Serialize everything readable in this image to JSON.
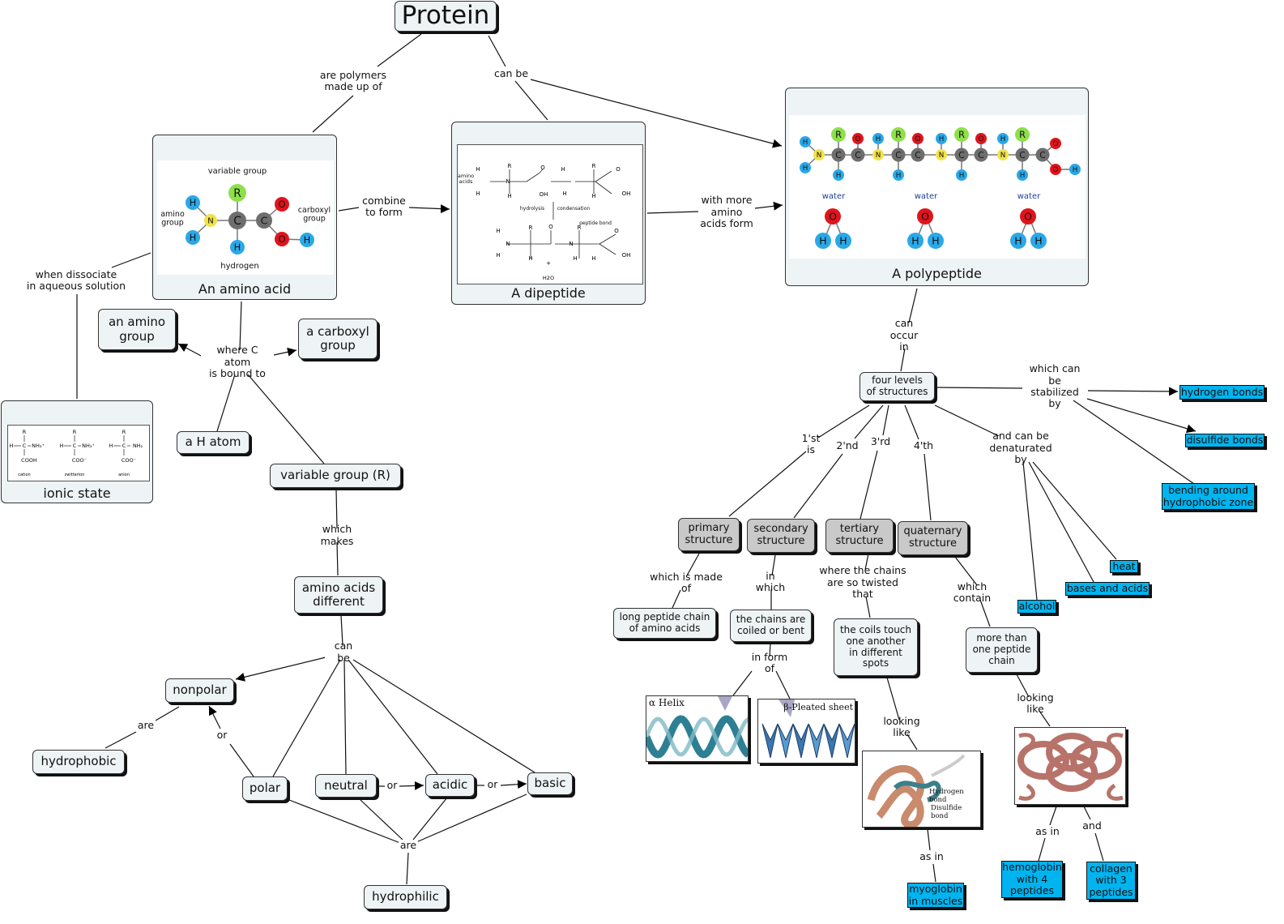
{
  "concepts": {
    "protein": "Protein",
    "amino_group": "an amino\ngroup",
    "carboxyl_group": "a carboxyl\ngroup",
    "h_atom": "a H atom",
    "variable_group": "variable group (R)",
    "aa_different": "amino acids\ndifferent",
    "nonpolar": "nonpolar",
    "hydrophobic": "hydrophobic",
    "polar": "polar",
    "neutral": "neutral",
    "acidic": "acidic",
    "basic": "basic",
    "hydrophilic": "hydrophilic",
    "four_levels": "four levels\nof structures",
    "hydrogen_bonds": "hydrogen bonds",
    "disulfide_bonds": "disulfide bonds",
    "bending": "bending around\nhydrophobic zone",
    "primary": "primary\nstructure",
    "secondary": "secondary\nstructure",
    "tertiary": "tertiary\nstructure",
    "quaternary": "quaternary\nstructure",
    "heat": "heat",
    "bases_acids": "bases and acids",
    "alcohol": "alcohol",
    "long_chain": "long peptide chain\nof amino acids",
    "coiled": "the chains are\ncoiled or bent",
    "coils_touch": "the coils touch\none another\nin different\nspots",
    "more_than": "more than\none peptide\nchain",
    "myoglobin": "myoglobin\nin muscles",
    "hemoglobin": "hemoglobin\nwith 4\npeptides",
    "collagen": "collagen\nwith 3\npeptides"
  },
  "links": {
    "polymers": "are polymers\nmade up of",
    "can_be_top": "can be",
    "combine": "combine\nto form",
    "with_more": "with more\namino\nacids form",
    "dissociate": "when dissociate\nin aqueous solution",
    "c_atom": "where C atom\nis bound to",
    "which_makes": "which makes",
    "can_be": "can be",
    "are_left": "are",
    "or_left": "or",
    "or_mid": "or",
    "or_right": "or",
    "are_bottom": "are",
    "can_occur": "can occur\nin",
    "stabilized": "which can be\nstabilized by",
    "first": "1'st is",
    "second": "2'nd",
    "third": "3'rd",
    "fourth": "4'th",
    "denatured": "and can be\ndenaturated by",
    "made_of": "which is made of",
    "in_which": "in which",
    "in_form_of": "in form of",
    "twisted": "where the chains\nare so twisted that",
    "looking_like_1": "looking like",
    "as_in_1": "as in",
    "which_contain": "which contain",
    "looking_like_2": "looking like",
    "as_in_2": "as in",
    "and": "and"
  },
  "image_nodes": {
    "amino_acid": {
      "caption": "An amino acid",
      "labels": {
        "variable_group": "variable group",
        "amino_group": "amino\ngroup",
        "carboxyl_group": "carboxyl\ngroup",
        "hydrogen": "hydrogen"
      },
      "atoms": [
        "R",
        "H",
        "N",
        "C",
        "C",
        "O",
        "O",
        "H",
        "H",
        "H"
      ]
    },
    "dipeptide": {
      "caption": "A dipeptide",
      "labels": {
        "amino_acids": "amino\nacids",
        "hydrolysis": "hydrolysis",
        "condensation": "condensation",
        "peptide_bond": "peptide bond",
        "water": "H2O",
        "oh": "OH",
        "h": "H"
      }
    },
    "polypeptide": {
      "caption": "A polypeptide",
      "water_label": "water",
      "atoms": [
        "H",
        "H",
        "N",
        "C",
        "R",
        "H",
        "C",
        "O",
        "N",
        "H",
        "C",
        "R",
        "H",
        "C",
        "O",
        "N",
        "H",
        "C",
        "R",
        "H",
        "C",
        "O",
        "N",
        "H",
        "C",
        "R",
        "H",
        "C",
        "O",
        "O",
        "H"
      ],
      "water_atoms": [
        "O",
        "H",
        "H"
      ]
    },
    "ionic": {
      "caption": "ionic state",
      "labels": {
        "cation": "cation",
        "zwitterion": "zwitterion",
        "anion": "anion",
        "cooh": "COOH",
        "coo": "COO⁻",
        "nh3": "NH₃⁺",
        "nh2": "NH₂",
        "r": "R",
        "h": "H",
        "c": "C"
      }
    }
  },
  "photos": {
    "alpha_helix": "α Helix",
    "beta_sheet": "β-Pleated sheet",
    "hydrogen_bond": "Hydrogen bond",
    "disulfide_bond": "Disulfide bond"
  },
  "colors": {
    "concept_fill": "#eef3f5",
    "structure_fill": "#c9c9c9",
    "factor_fill": "#00b4ef",
    "carbon": "#6e6e6e",
    "hydrogen": "#2aa8e8",
    "oxygen": "#e0141c",
    "nitrogen": "#f2e24a",
    "r_group": "#8ee04a"
  }
}
